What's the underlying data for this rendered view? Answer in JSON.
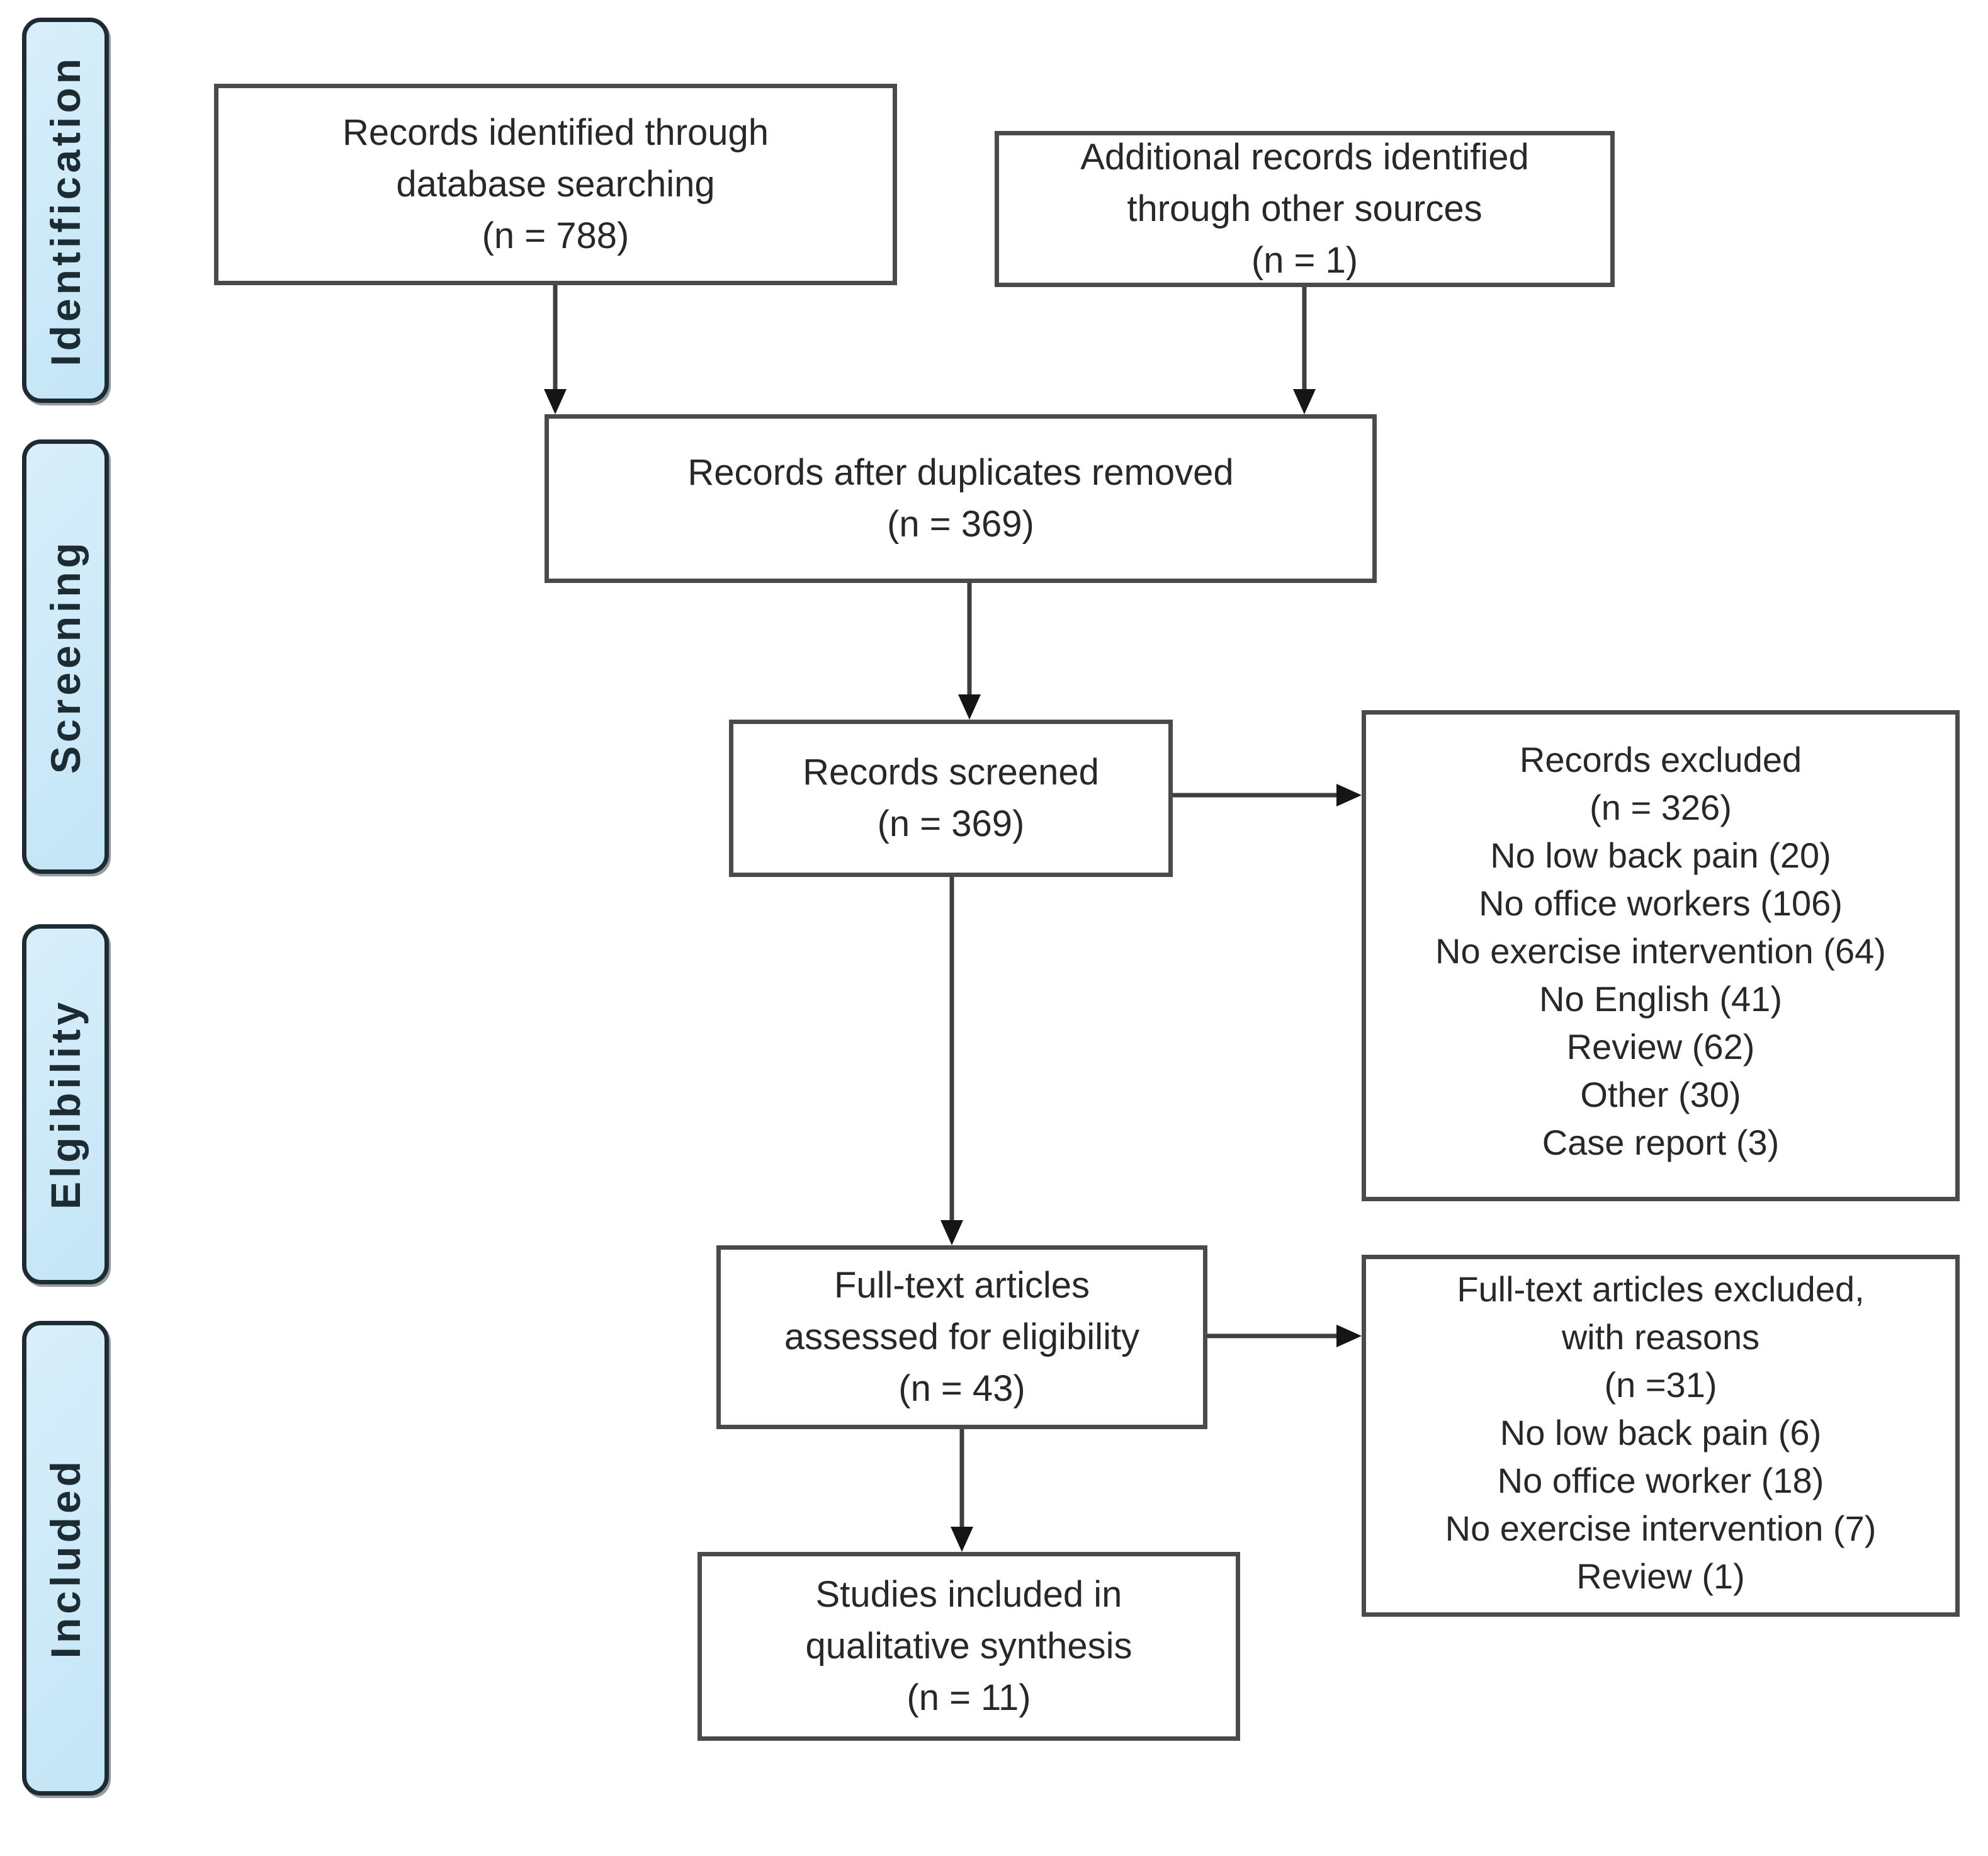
{
  "colors": {
    "page-bg": "#ffffff",
    "box-border": "#4a4a4a",
    "box-text": "#282828",
    "stage-border": "#1d2b33",
    "stage-text": "#1d2b33",
    "stage-fill-top": "#d9effb",
    "stage-fill-bottom": "#c3e5f6",
    "arrow-line": "#3e3e3e",
    "arrow-head": "#151515"
  },
  "sidebar": {
    "stages": [
      {
        "label": "Identification"
      },
      {
        "label": "Screening"
      },
      {
        "label": "Elgibility"
      },
      {
        "label": "Included"
      }
    ]
  },
  "flowchart": {
    "records_identified": {
      "lines": [
        "Records identified through",
        "database searching",
        "(n = 788)"
      ]
    },
    "additional_records": {
      "lines": [
        "Additional records identified",
        "through other sources",
        "(n = 1)"
      ]
    },
    "after_duplicates": {
      "lines": [
        "Records after duplicates removed",
        "(n = 369)"
      ]
    },
    "records_screened": {
      "lines": [
        "Records screened",
        "(n = 369)"
      ]
    },
    "records_excluded": {
      "lines": [
        "Records excluded",
        "(n = 326)",
        "No low back pain (20)",
        "No office workers (106)",
        "No exercise intervention (64)",
        "No English (41)",
        "Review (62)",
        "Other (30)",
        "Case report (3)"
      ]
    },
    "fulltext_assessed": {
      "lines": [
        "Full-text articles",
        "assessed for eligibility",
        "(n = 43)"
      ]
    },
    "fulltext_excluded": {
      "lines": [
        "Full-text articles excluded,",
        "with reasons",
        "(n =31)",
        "No low back pain (6)",
        "No office worker (18)",
        "No exercise intervention (7)",
        "Review (1)"
      ]
    },
    "studies_included": {
      "lines": [
        "Studies included in",
        "qualitative synthesis",
        "(n = 11)"
      ]
    }
  }
}
